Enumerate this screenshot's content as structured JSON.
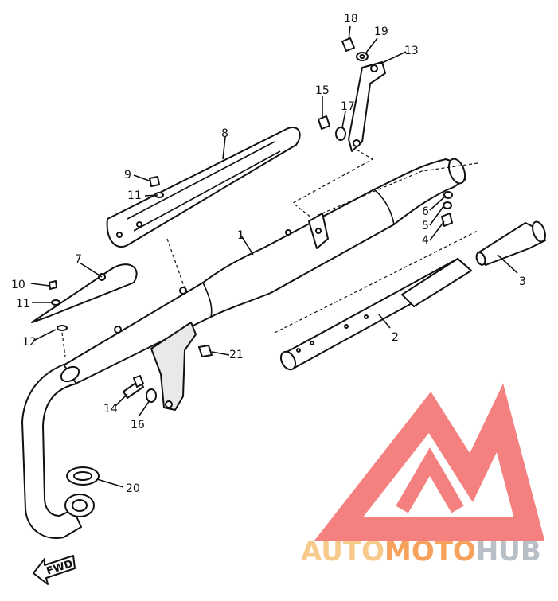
{
  "callouts": {
    "c1": "1",
    "c2": "2",
    "c3": "3",
    "c4": "4",
    "c5": "5",
    "c6": "6",
    "c7": "7",
    "c8": "8",
    "c9": "9",
    "c10": "10",
    "c11a": "11",
    "c11b": "11",
    "c12": "12",
    "c13": "13",
    "c14": "14",
    "c15": "15",
    "c16": "16",
    "c17": "17",
    "c18": "18",
    "c19": "19",
    "c20": "20",
    "c21": "21"
  },
  "direction_label": "FWD",
  "watermark": {
    "part_a": "AUTO",
    "part_b": "MOTO",
    "part_c": "HUB",
    "color_a": "#f7c98a",
    "color_b": "#f7a25c",
    "color_c": "#b9bfc7",
    "logo_color": "#f26a6a"
  }
}
